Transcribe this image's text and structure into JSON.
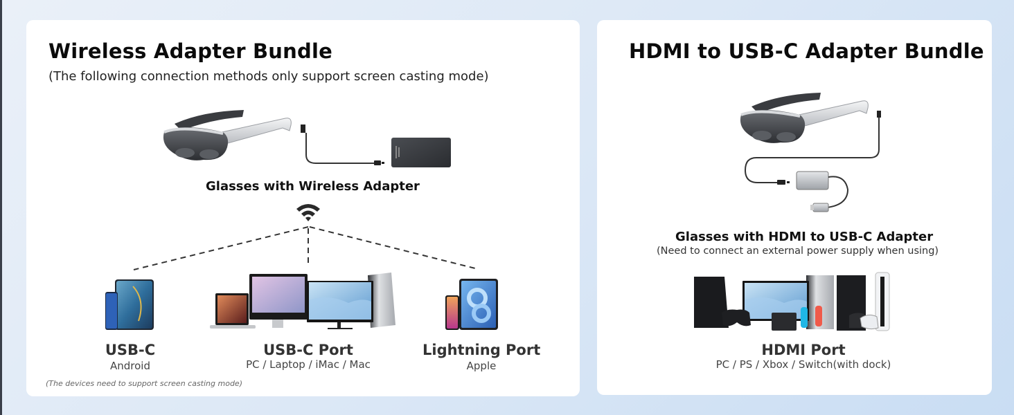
{
  "left_panel": {
    "title": "Wireless Adapter Bundle",
    "subtitle": "(The following connection methods only support screen casting mode)",
    "hero_caption": "Glasses with Wireless Adapter",
    "hero_icons": [
      "ar-glasses-image",
      "usb-c-cable-image",
      "wireless-adapter-image",
      "wifi-icon"
    ],
    "devices": [
      {
        "title": "USB-C",
        "subtitle": "Android",
        "icon": "android-phone-tablet-image"
      },
      {
        "title": "USB-C Port",
        "subtitle": "PC / Laptop / iMac / Mac",
        "icon": "computers-image"
      },
      {
        "title": "Lightning Port",
        "subtitle": "Apple",
        "icon": "iphone-ipad-image"
      }
    ],
    "footnote": "(The devices need to support screen casting mode)"
  },
  "right_panel": {
    "title": "HDMI to USB-C Adapter Bundle",
    "hero_caption": "Glasses with HDMI to USB-C Adapter",
    "hero_note": "(Need to connect an external power supply when using)",
    "hero_icons": [
      "ar-glasses-image",
      "hdmi-adapter-image"
    ],
    "device": {
      "title": "HDMI Port",
      "subtitle": "PC / PS / Xbox / Switch(with dock)",
      "icon": "consoles-image"
    }
  },
  "colors": {
    "background_light": "#eaf0f8",
    "background_dark": "#c9ddf3",
    "card": "#ffffff",
    "text_dark": "#111111",
    "text_mid": "#333333",
    "dash_line": "#333333"
  }
}
